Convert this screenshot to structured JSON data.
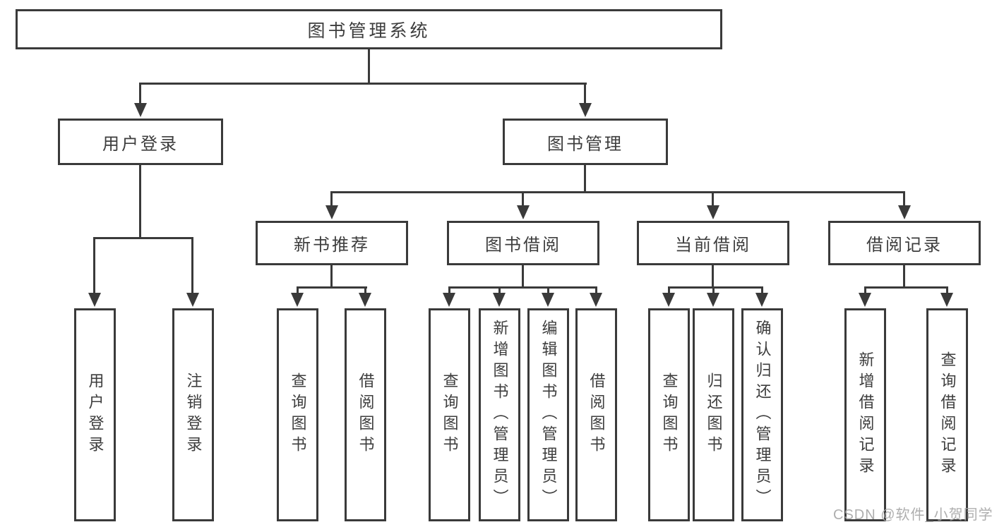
{
  "colors": {
    "line": "#3a3a3a",
    "text": "#3d3d3d",
    "watermark": "#a6a6a6",
    "background": "#ffffff"
  },
  "root": {
    "label": "图书管理系统"
  },
  "user_login": {
    "label": "用户登录",
    "children": [
      {
        "label": "用户登录"
      },
      {
        "label": "注销登录"
      }
    ]
  },
  "book_management": {
    "label": "图书管理",
    "groups": [
      {
        "label": "新书推荐",
        "children": [
          {
            "label": "查询图书"
          },
          {
            "label": "借阅图书"
          }
        ]
      },
      {
        "label": "图书借阅",
        "children": [
          {
            "label": "查询图书"
          },
          {
            "label": "新增图书（管理员）"
          },
          {
            "label": "编辑图书（管理员）"
          },
          {
            "label": "借阅图书"
          }
        ]
      },
      {
        "label": "当前借阅",
        "children": [
          {
            "label": "查询图书"
          },
          {
            "label": "归还图书"
          },
          {
            "label": "确认归还（管理员）"
          }
        ]
      },
      {
        "label": "借阅记录",
        "children": [
          {
            "label": "新增借阅记录"
          },
          {
            "label": "查询借阅记录"
          }
        ]
      }
    ]
  },
  "watermark": {
    "text": "CSDN @软件_小贺同学"
  }
}
